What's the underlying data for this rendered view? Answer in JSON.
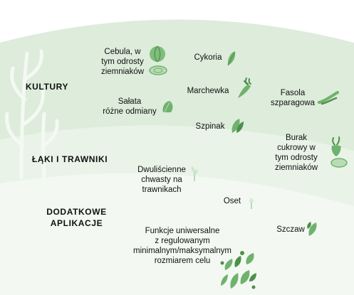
{
  "colors": {
    "band_outer": "#ddecdb",
    "band_middle": "#e9f3e8",
    "band_inner": "#f3f8f2",
    "icon_green": "#6fb26d",
    "icon_dark": "#4d8f4b",
    "icon_light": "#b9dcb5"
  },
  "categories": {
    "kultury": "KULTURY",
    "laki": "ŁĄKI I TRAWNIKI",
    "dodatkowe": "DODATKOWE\nAPLIKACJE"
  },
  "items": {
    "cebula": "Cebula, w\ntym odrosty\nziemniaków",
    "cykoria": "Cykoria",
    "marchewka": "Marchewka",
    "fasola": "Fasola\nszparagowa",
    "salata": "Sałata\nróżne odmiany",
    "szpinak": "Szpinak",
    "burak": "Burak\ncukrowy w\ntym odrosty\nziemniaków",
    "chwasty": "Dwuliścienne\nchwasty na\ntrawnikach",
    "oset": "Oset",
    "szczaw": "Szczaw",
    "funkcje": "Funkcje uniwersalne\nz regulowanym\nminimalnym/maksymalnym\nrozmiarem celu"
  },
  "icons": [
    "onion-icon",
    "chicory-leaf-icon",
    "carrot-icon",
    "green-bean-icon",
    "lettuce-icon",
    "spinach-icon",
    "sugar-beet-icon",
    "weed-sprout-icon",
    "thistle-icon",
    "sorrel-icon",
    "mixed-weeds-icon",
    "plant-silhouette-icon"
  ]
}
